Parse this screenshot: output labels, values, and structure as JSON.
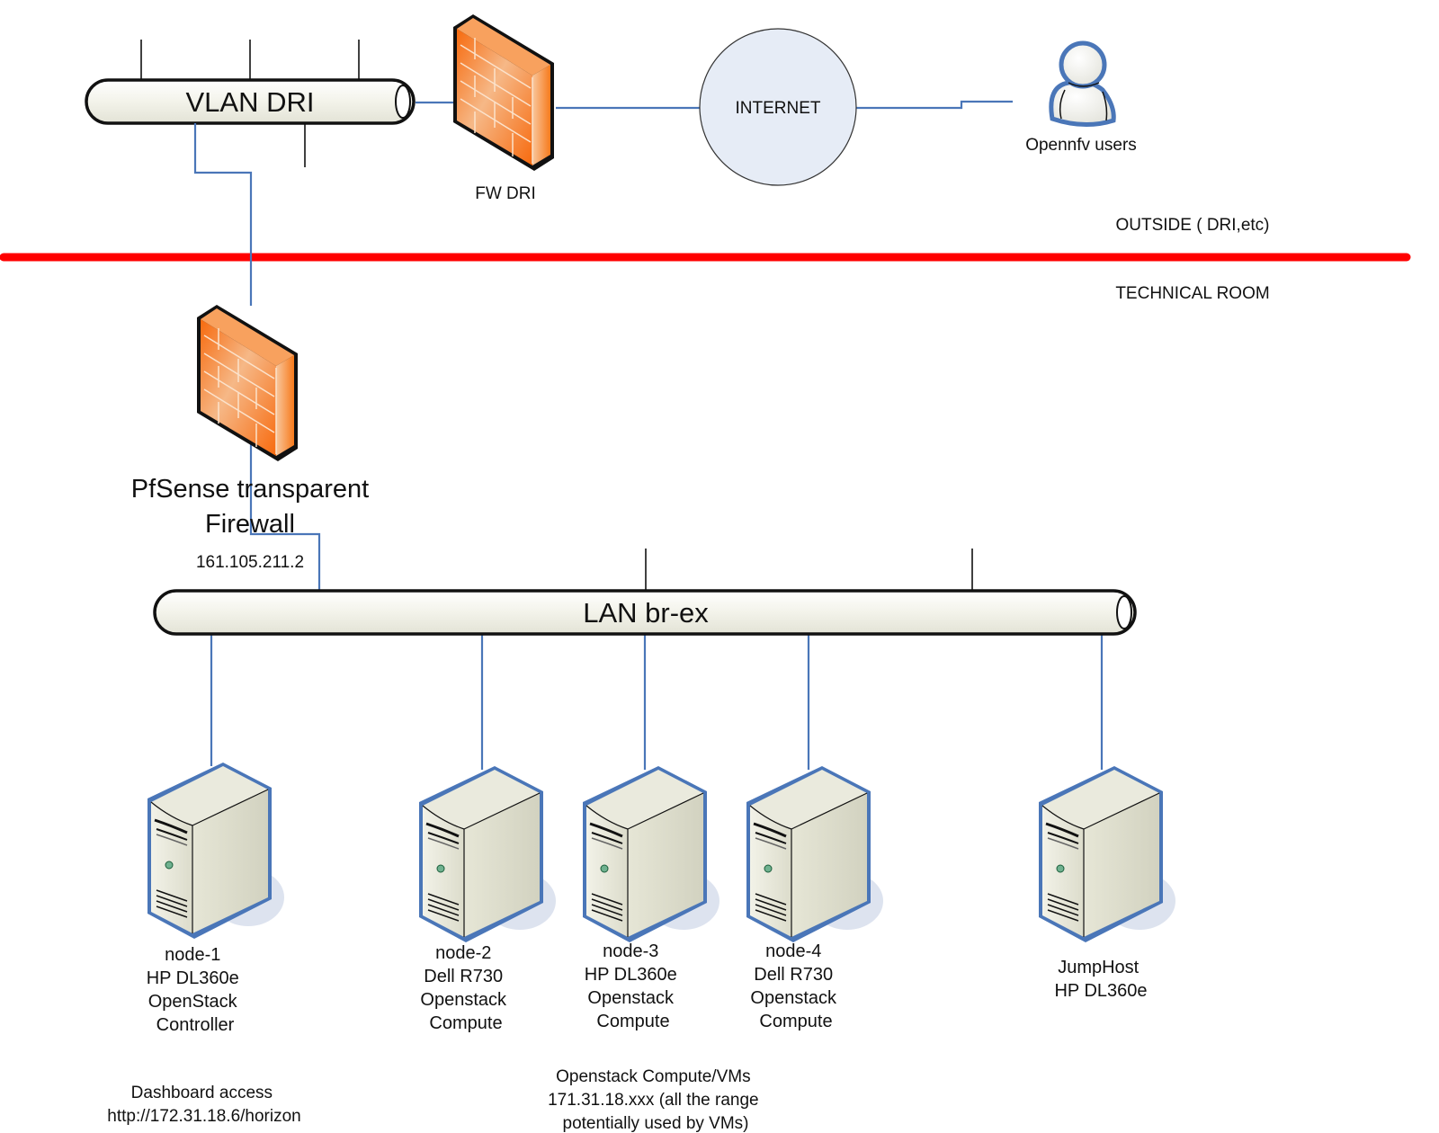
{
  "zones": {
    "outside": "OUTSIDE ( DRI,etc)",
    "technical_room": "TECHNICAL ROOM",
    "divider_color": "#ff0000"
  },
  "networks": {
    "vlan": {
      "label": "VLAN DRI",
      "icon": "pipe-bus-icon"
    },
    "lan": {
      "label": "LAN br-ex",
      "icon": "pipe-bus-icon"
    }
  },
  "firewalls": {
    "fw_dri": {
      "label": "FW DRI",
      "icon": "firewall-icon"
    },
    "pfsense": {
      "label_line1": "PfSense transparent",
      "label_line2": "Firewall",
      "ip": "161.105.211.2",
      "icon": "firewall-icon"
    }
  },
  "internet": {
    "label": "INTERNET",
    "icon": "cloud-circle-icon"
  },
  "users": {
    "label": "Opennfv users",
    "icon": "user-icon"
  },
  "nodes": [
    {
      "lines": [
        "node-1",
        "HP DL360e",
        "OpenStack",
        "Controller"
      ],
      "icon": "server-tower-icon"
    },
    {
      "lines": [
        "node-2",
        "Dell R730",
        "Openstack",
        "Compute"
      ],
      "icon": "server-tower-icon"
    },
    {
      "lines": [
        "node-3",
        "HP DL360e",
        "Openstack",
        "Compute"
      ],
      "icon": "server-tower-icon"
    },
    {
      "lines": [
        "node-4",
        "Dell R730",
        "Openstack",
        "Compute"
      ],
      "icon": "server-tower-icon"
    },
    {
      "lines": [
        "JumpHost",
        "HP DL360e"
      ],
      "icon": "server-tower-icon"
    }
  ],
  "notes": {
    "dashboard": [
      "Dashboard access",
      "http://172.31.18.6/horizon"
    ],
    "compute_vms": [
      "Openstack Compute/VMs",
      "171.31.18.xxx (all the range",
      "potentially used by VMs)"
    ]
  },
  "colors": {
    "link_blue": "#4a76b8",
    "firewall_orange": "#f77a1c",
    "internet_fill": "#e6ecf6",
    "server_fill": "#e9e9dc"
  }
}
